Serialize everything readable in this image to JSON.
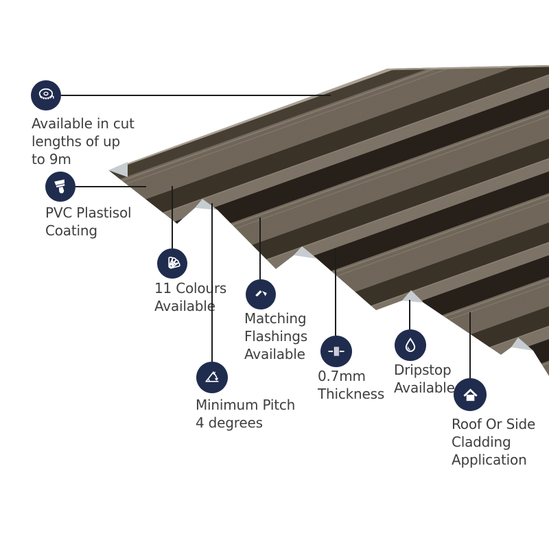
{
  "product": {
    "description": "Box profile roofing sheet feature infographic",
    "callouts": [
      {
        "id": "cut-lengths",
        "icon": "tape-measure-icon",
        "lines": [
          "Available in cut",
          "lengths of up",
          "to 9m"
        ]
      },
      {
        "id": "pvc-coating",
        "icon": "paint-brush-icon",
        "lines": [
          "PVC Plastisol",
          "Coating"
        ]
      },
      {
        "id": "colours",
        "icon": "colour-fan-icon",
        "lines": [
          "11 Colours",
          "Available"
        ]
      },
      {
        "id": "flashings",
        "icon": "flashing-sheet-icon",
        "lines": [
          "Matching",
          "Flashings",
          "Available"
        ]
      },
      {
        "id": "pitch",
        "icon": "pitch-angle-icon",
        "lines": [
          "Minimum Pitch",
          "4 degrees"
        ]
      },
      {
        "id": "thickness",
        "icon": "thickness-arrows-icon",
        "lines": [
          "0.7mm",
          "Thickness"
        ]
      },
      {
        "id": "dripstop",
        "icon": "droplet-icon",
        "lines": [
          "Dripstop",
          "Available"
        ]
      },
      {
        "id": "cladding",
        "icon": "house-icon",
        "lines": [
          "Roof Or Side",
          "Cladding",
          "Application"
        ]
      }
    ],
    "colors": {
      "badge_navy": "#202c4e",
      "text": "#3e3e3e",
      "line": "#1c1c1c",
      "sheet_face": "#796f61",
      "sheet_slope": "#3f372b",
      "sheet_valley": "#877d6f",
      "sheet_shadow": "#2a231c",
      "sheet_flange": "#4d4437",
      "sheet_edge_light": "#b8afa1",
      "sheet_highlight": "#968c7d",
      "cut_edge_grey": "#c7ccd0"
    }
  }
}
